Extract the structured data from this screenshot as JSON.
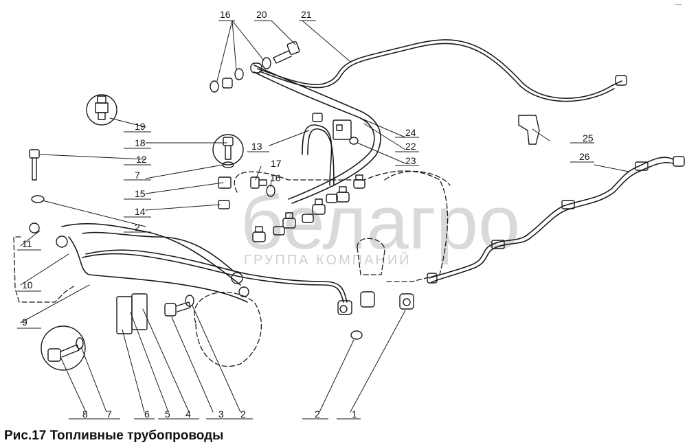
{
  "caption": "Рис.17 Топливные трубопроводы",
  "watermark": {
    "logo": "белагро",
    "subtitle": "ГРУППА КОМПАНИЙ"
  },
  "corner_mark": "·—",
  "callouts": [
    "1",
    "2",
    "3",
    "4",
    "5",
    "6",
    "7",
    "8",
    "9",
    "10",
    "11",
    "12",
    "14",
    "15",
    "16",
    "17",
    "18",
    "19",
    "20",
    "21",
    "22",
    "23",
    "24",
    "25",
    "26",
    "13"
  ],
  "colors": {
    "line": "#1a1a1a",
    "watermark": "#d9d9d9",
    "background": "#ffffff"
  }
}
